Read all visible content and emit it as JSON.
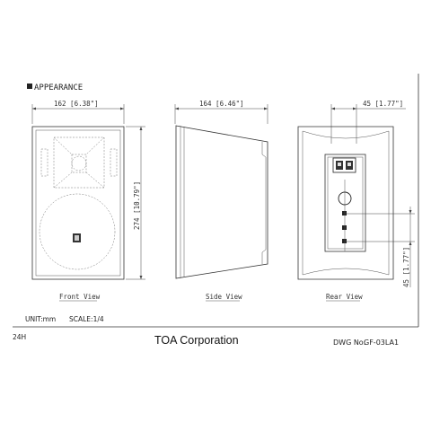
{
  "section": {
    "title": "APPEARANCE"
  },
  "views": {
    "front": {
      "label": "Front View",
      "width_dim": "162 [6.38\"]",
      "height_dim": "274 [10.79\"]"
    },
    "side": {
      "label": "Side View",
      "depth_dim": "164 [6.46\"]"
    },
    "rear": {
      "label": "Rear View",
      "top_dim": "45 [1.77\"]",
      "side_dim": "45 [1.77\"]"
    }
  },
  "footer": {
    "units": "UNIT:mm",
    "scale": "SCALE:1/4",
    "page": "24H",
    "company": "TOA Corporation",
    "dwg_label": "DWG No:",
    "dwg_no": "GF-03LA1"
  }
}
